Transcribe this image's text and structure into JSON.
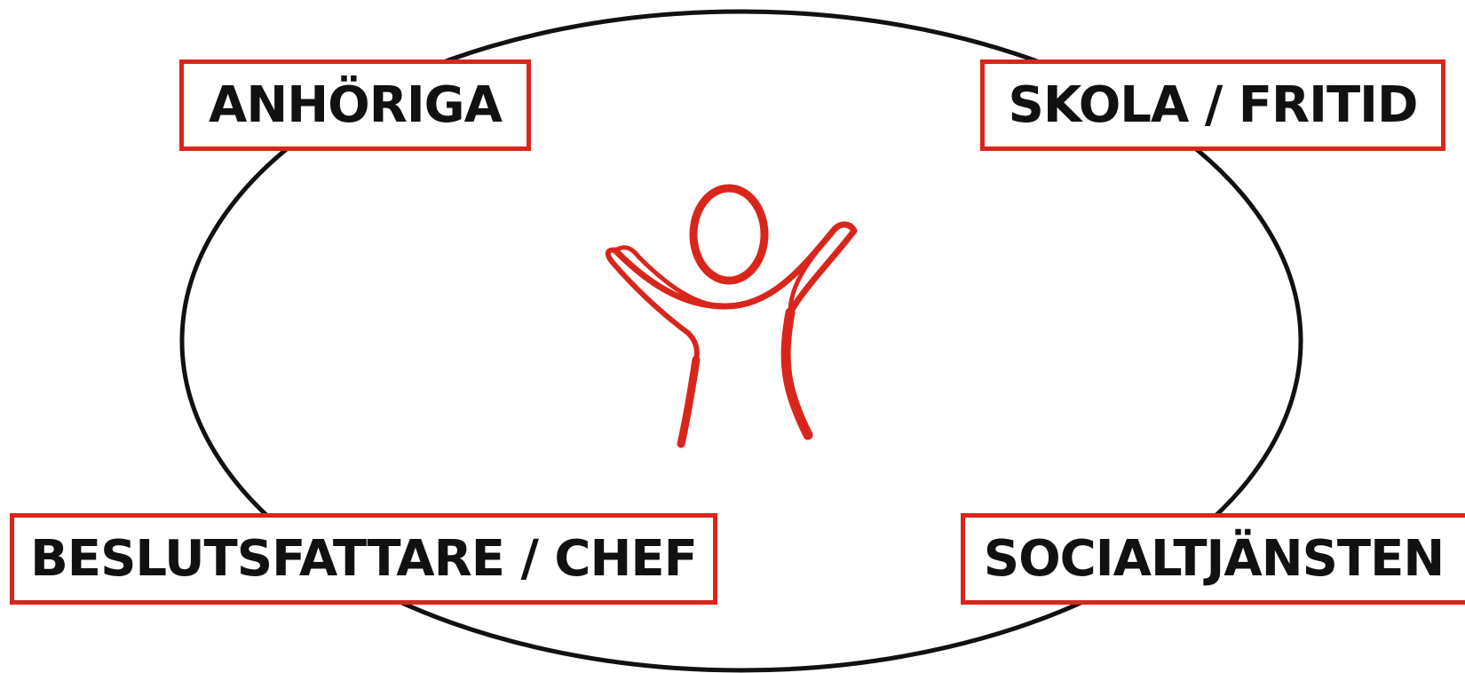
{
  "diagram": {
    "labels": {
      "top_left": "ANHÖRIGA",
      "top_right": "SKOLA / FRITID",
      "bottom_left": "BESLUTSFATTARE / CHEF",
      "bottom_right": "SOCIALTJÄNSTEN"
    },
    "center_icon": "person-arms-raised-icon",
    "colors": {
      "accent": "#d9261c",
      "ellipse_stroke": "#111111",
      "text": "#111111",
      "background": "#ffffff"
    }
  }
}
